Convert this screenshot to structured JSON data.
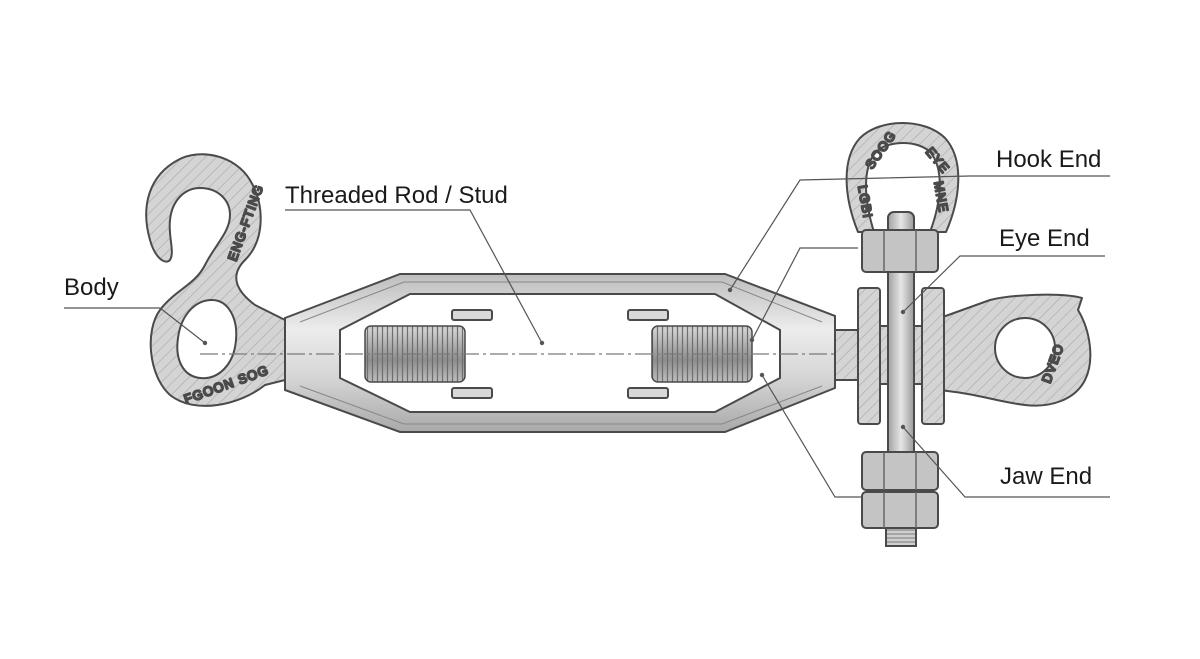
{
  "labels": {
    "body": "Body",
    "threaded_rod": "Threaded Rod / Stud",
    "hook_end": "Hook End",
    "eye_end": "Eye End",
    "jaw_end": "Jaw End"
  },
  "stamps": {
    "hook_a": "ENG-FTING",
    "hook_b": "FGOON SOG",
    "shackle_a": "SOOG",
    "shackle_b": "EYE",
    "shackle_c": "MNE",
    "shackle_d": "LGBI",
    "jaw": "DVEO"
  },
  "colors": {
    "metal_light": "#e4e4e4",
    "metal_mid": "#c9c9c9",
    "metal_dark": "#9a9a9a",
    "outline": "#4a4a4a",
    "leader": "#555555",
    "text": "#1a1a1a"
  }
}
